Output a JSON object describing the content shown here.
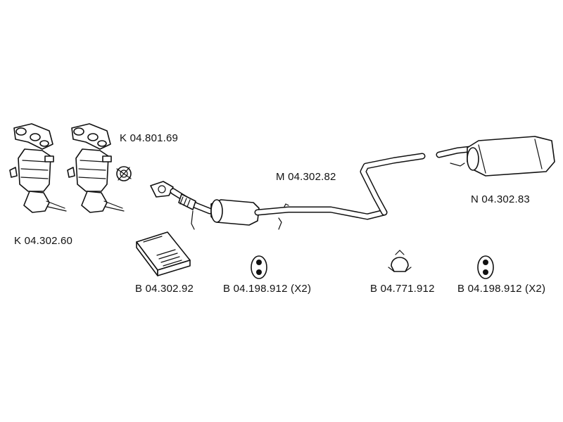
{
  "labels": {
    "k_catalyst_top": "K 04.801.69",
    "k_catalyst_left": "K 04.302.60",
    "m_middle": "M 04.302.82",
    "n_rear": "N 04.302.83",
    "b_kit": "B 04.302.92",
    "b_hanger_1": "B 04.198.912 (X2)",
    "b_clamp": "B 04.771.912",
    "b_hanger_2": "B 04.198.912  (X2)"
  }
}
